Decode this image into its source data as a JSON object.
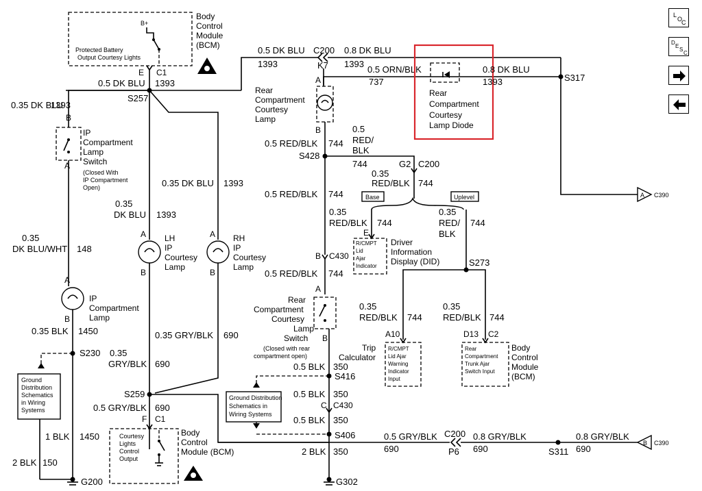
{
  "highlight_color": "#d9262c",
  "nav": {
    "loc": {
      "l1": "L",
      "l2": "O",
      "l3": "C"
    },
    "desc": {
      "l1": "D",
      "l2": "E",
      "l3": "S",
      "l4": "C"
    },
    "forward_icon": "arrow-right-icon",
    "back_icon": "arrow-left-icon"
  },
  "labels": {
    "bcm_top": {
      "l1": "Body",
      "l2": "Control",
      "l3": "Module",
      "l4": "(BCM)"
    },
    "bplus": "B+",
    "prot_batt": {
      "l1": "Protected Battery",
      "l2": "Output Courtesy Lights"
    },
    "conn_e": "E",
    "c1": "C1",
    "w_05dkblu_a": "0.5 DK BLU",
    "n1393_a": "1393",
    "s257": "S257",
    "w_035dkblu_a": "0.35 DK BLU",
    "n1393_b": "1393",
    "b_a": "B",
    "ipsw": {
      "l1": "IP",
      "l2": "Compartment",
      "l3": "Lamp",
      "l4": "Switch"
    },
    "ipsw_note": {
      "l1": "(Closed With",
      "l2": "IP Compartment",
      "l3": "Open)"
    },
    "a_a": "A",
    "w_035": "0.35",
    "w_dkbluwht": "DK BLU/WHT",
    "n148": "148",
    "a_b": "A",
    "ipclamp": {
      "l1": "IP",
      "l2": "Compartment",
      "l3": "Lamp"
    },
    "b_b": "B",
    "w_035blk": "0.35 BLK",
    "n1450_a": "1450",
    "s230": "S230",
    "gd1": {
      "l1": "Ground",
      "l2": "Distribution",
      "l3": "Schematics",
      "l4": "in Wiring",
      "l5": "Systems"
    },
    "w_1blk": "1 BLK",
    "n1450_b": "1450",
    "w_2blk_a": "2 BLK",
    "n150": "150",
    "g200": "G200",
    "w_035dkblu_b": "0.35 DK BLU",
    "n1393_c": "1393",
    "w_035_b": "0.35",
    "w_dkblu_b": "DK BLU",
    "n1393_d": "1393",
    "a_lh": "A",
    "b_lh": "B",
    "lh": {
      "l1": "LH",
      "l2": "IP",
      "l3": "Courtesy",
      "l4": "Lamp"
    },
    "a_rh": "A",
    "b_rh": "B",
    "rh": {
      "l1": "RH",
      "l2": "IP",
      "l3": "Courtesy",
      "l4": "Lamp"
    },
    "w_035gryblk_a": "0.35 GRY/BLK",
    "n690_a": "690",
    "w_035_c": "0.35",
    "w_gryblk_c": "GRY/BLK",
    "n690_b": "690",
    "s259": "S259",
    "w_05gryblk_a": "0.5 GRY/BLK",
    "n690_c": "690",
    "conn_f": "F",
    "c1_b": "C1",
    "cl_out": {
      "l1": "Courtesy",
      "l2": "Lights",
      "l3": "Control",
      "l4": "Output"
    },
    "bcm_bot": {
      "l1": "Body",
      "l2": "Control",
      "l3": "Module (BCM)"
    },
    "w_05dkblu_c200": "0.5 DK BLU",
    "c200_a": "C200",
    "w_08dkblu_a": "0.8 DK BLU",
    "n1393_e": "1393",
    "k7": "K7",
    "n1393_f": "1393",
    "w_05ornblk": "0.5 ORN/BLK",
    "n737": "737",
    "w_08dkblu_b": "0.8 DK BLU",
    "n1393_g": "1393",
    "s317": "S317",
    "diode": {
      "l1": "Rear",
      "l2": "Compartment",
      "l3": "Courtesy",
      "l4": "Lamp Diode"
    },
    "a_rc": "A",
    "rcl": {
      "l1": "Rear",
      "l2": "Compartment",
      "l3": "Courtesy",
      "l4": "Lamp"
    },
    "b_rc": "B",
    "w_05redblk_a": "0.5 RED/BLK",
    "n744_a": "744",
    "w_05_b": "0.5",
    "w_red_b": "RED/",
    "w_blk_b": "BLK",
    "s428": "S428",
    "n744_b": "744",
    "g2": "G2",
    "c200_b": "C200",
    "w_035_d": "0.35",
    "w_redblk_d": "RED/BLK",
    "n744_c": "744",
    "w_05redblk_e": "0.5 RED/BLK",
    "n744_e": "744",
    "base": "Base",
    "uplevel": "Uplevel",
    "c390_a": "C390",
    "a_c390": "A",
    "w_035_f": "0.35",
    "w_redblk_f": "RED/BLK",
    "n744_f": "744",
    "conn_e2": "E",
    "rcmpt": {
      "l1": "R/CMPT",
      "l2": "Lid",
      "l3": "Ajar",
      "l4": "Indicator"
    },
    "did": {
      "l1": "Driver",
      "l2": "Information",
      "l3": "Display (DID)"
    },
    "w_035_g": "0.35",
    "w_red_g": "RED/",
    "w_blk_g": "BLK",
    "n744_g": "744",
    "s273": "S273",
    "b_c430": "B",
    "c430_a": "C430",
    "w_05redblk_h": "0.5 RED/BLK",
    "n744_h": "744",
    "a_rs": "A",
    "rsw": {
      "l1": "Rear",
      "l2": "Compartment",
      "l3": "Courtesy",
      "l4": "Lamp",
      "l5": "Switch"
    },
    "rsw_note": {
      "l1": "(Closed with rear",
      "l2": "compartment open)"
    },
    "b_rs": "B",
    "w_035_i": "0.35",
    "w_redblk_i": "RED/BLK",
    "n744_i": "744",
    "w_035_j": "0.35",
    "w_redblk_j": "RED/BLK",
    "n744_j": "744",
    "a10": "A10",
    "d13": "D13",
    "c2": "C2",
    "trip": {
      "l1": "Trip",
      "l2": "Calculator"
    },
    "tripbox": {
      "l1": "R/CMPT",
      "l2": "Lid Ajar",
      "l3": "Warning",
      "l4": "Indicator",
      "l5": "Input"
    },
    "trunkbox": {
      "l1": "Rear",
      "l2": "Compartment",
      "l3": "Trunk Ajar",
      "l4": "Switch Input"
    },
    "bcm_right": {
      "l1": "Body",
      "l2": "Control",
      "l3": "Module",
      "l4": "(BCM)"
    },
    "w_05blk_a": "0.5 BLK",
    "n350_a": "350",
    "s416": "S416",
    "gd2": {
      "l1": "Ground Distribution",
      "l2": "Schematics in",
      "l3": "Wiring Systems"
    },
    "w_05blk_b": "0.5 BLK",
    "n350_b": "350",
    "c_c430": "C",
    "c430_b": "C430",
    "w_05blk_c": "0.5 BLK",
    "n350_c": "350",
    "s406": "S406",
    "w_2blk_b": "2 BLK",
    "n350_d": "350",
    "g302": "G302",
    "w_05gryblk_b": "0.5 GRY/BLK",
    "n690_d": "690",
    "c200_c": "C200",
    "p6": "P6",
    "w_08gryblk_a": "0.8 GRY/BLK",
    "n690_e": "690",
    "s311": "S311",
    "w_08gryblk_b": "0.8 GRY/BLK",
    "n690_f": "690",
    "b_c390": "B",
    "c390_b": "C390"
  }
}
